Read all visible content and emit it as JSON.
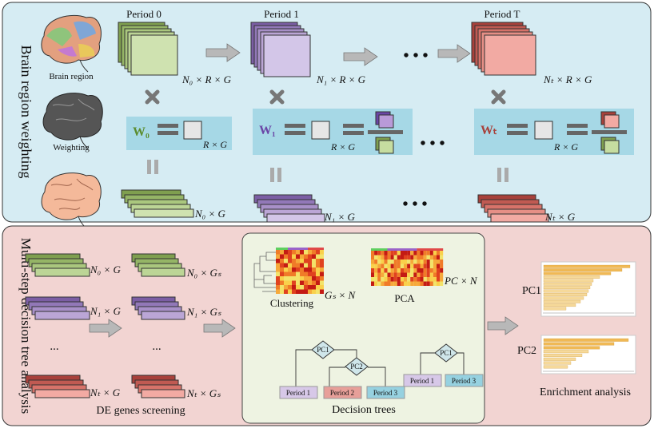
{
  "panel_top": {
    "side_label": "Brain region weighting",
    "brain_region_label": "Brain region",
    "weighting_label": "Weighting",
    "periods": [
      "Period 0",
      "Period 1",
      "Period T"
    ],
    "tensor_labels": [
      "N₀ × R × G",
      "N₁ × R × G",
      "Nₜ × R × G"
    ],
    "weights": [
      "W₀",
      "W₁",
      "Wₜ"
    ],
    "weight_dims": [
      "R × G",
      "R × G",
      "R × G"
    ],
    "result_labels": [
      "N₀ × G",
      "N₁ × G",
      "Nₜ × G"
    ],
    "ellipsis": "• • •",
    "colors": {
      "panel_bg": "#d6ecf3",
      "period0": "#c9dc9e",
      "period1": "#cbb6e2",
      "periodT": "#ec9f99",
      "weight_box": "#a6d8e6"
    }
  },
  "panel_bottom": {
    "side_label": "Multi-step decision tree analysis",
    "left_labels": [
      "N₀ × G",
      "N₁ × G",
      "Nₜ × G"
    ],
    "right_labels": [
      "N₀ × Gₛ",
      "N₁ × Gₛ",
      "Nₜ × Gₛ"
    ],
    "dots": "...",
    "de_caption": "DE genes screening",
    "clustering_label": "Clustering",
    "clustering_dim": "Gₛ × N",
    "pca_label": "PCA",
    "pca_dim": "PC × N",
    "tree_nodes": [
      "PC1",
      "PC2",
      "PC1"
    ],
    "tree_leaves": [
      "Period 1",
      "Period 2",
      "Period 3",
      "Period 1",
      "Period 3"
    ],
    "decision_caption": "Decision trees",
    "pc_labels": [
      "PC1",
      "PC2"
    ],
    "enrichment_caption": "Enrichment analysis",
    "colors": {
      "panel_bg": "#f2d4d2",
      "inner_bg": "#eef3e2",
      "leaf_p1": "#d7c8e8",
      "leaf_p2": "#e79f99",
      "leaf_p3": "#96d1e0",
      "bar": "#f3c86a"
    }
  }
}
